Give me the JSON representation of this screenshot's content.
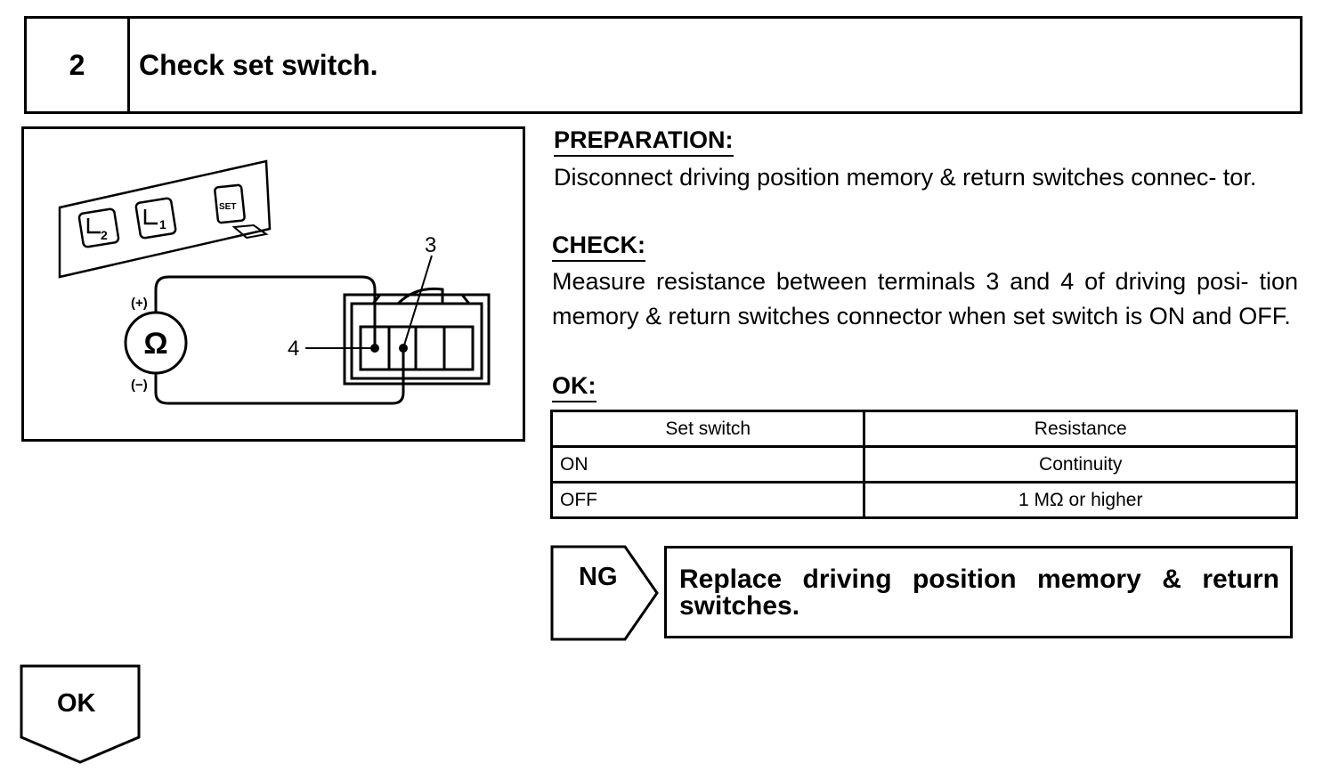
{
  "step": {
    "number": "2",
    "title": "Check set switch."
  },
  "figure": {
    "button_labels": [
      "2",
      "1",
      "SET"
    ],
    "meter_symbol": "Ω",
    "plus_label": "(+)",
    "minus_label": "(−)",
    "terminal_3": "3",
    "terminal_4": "4"
  },
  "preparation": {
    "label": "PREPARATION:",
    "text": "Disconnect driving position memory & return switches connec- tor."
  },
  "check": {
    "label": "CHECK:",
    "text": "Measure resistance between terminals 3 and 4 of driving posi- tion memory & return switches connector when set switch is ON and OFF."
  },
  "ok": {
    "label": "OK:",
    "table": {
      "headers": [
        "Set switch",
        "Resistance"
      ],
      "rows": [
        [
          "ON",
          "Continuity"
        ],
        [
          "OFF",
          "1 MΩ or higher"
        ]
      ]
    }
  },
  "ng": {
    "label": "NG",
    "action": "Replace driving position memory & return switches."
  },
  "ok_next": {
    "label": "OK"
  }
}
